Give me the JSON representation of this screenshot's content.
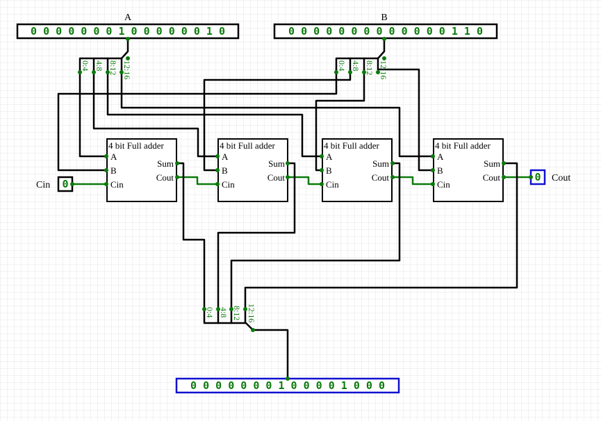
{
  "inputs": {
    "a": {
      "label": "A",
      "bits": "0 0 0 0 0 0 0 1 0 0 0 0 0 0 1 0"
    },
    "b": {
      "label": "B",
      "bits": "0 0 0 0 0 0 0 0 0 0 0 0 0 1 1 0"
    },
    "cin": {
      "label": "Cin",
      "value": "0"
    }
  },
  "outputs": {
    "cout": {
      "label": "Cout",
      "value": "0"
    },
    "sum": {
      "bits": "0 0 0 0 0 0 0 1 0 0 0 0 1 0 0 0"
    }
  },
  "splitter_ranges": [
    "0:4",
    "4:8",
    "8:12",
    "12:16"
  ],
  "adder": {
    "title": "4 bit Full adder",
    "pins": {
      "a": "A",
      "b": "B",
      "cin": "Cin",
      "sum": "Sum",
      "cout": "Cout"
    }
  },
  "colors": {
    "wire": "#000000",
    "active_wire": "#0a7a0a",
    "output_border": "#1010d0"
  }
}
